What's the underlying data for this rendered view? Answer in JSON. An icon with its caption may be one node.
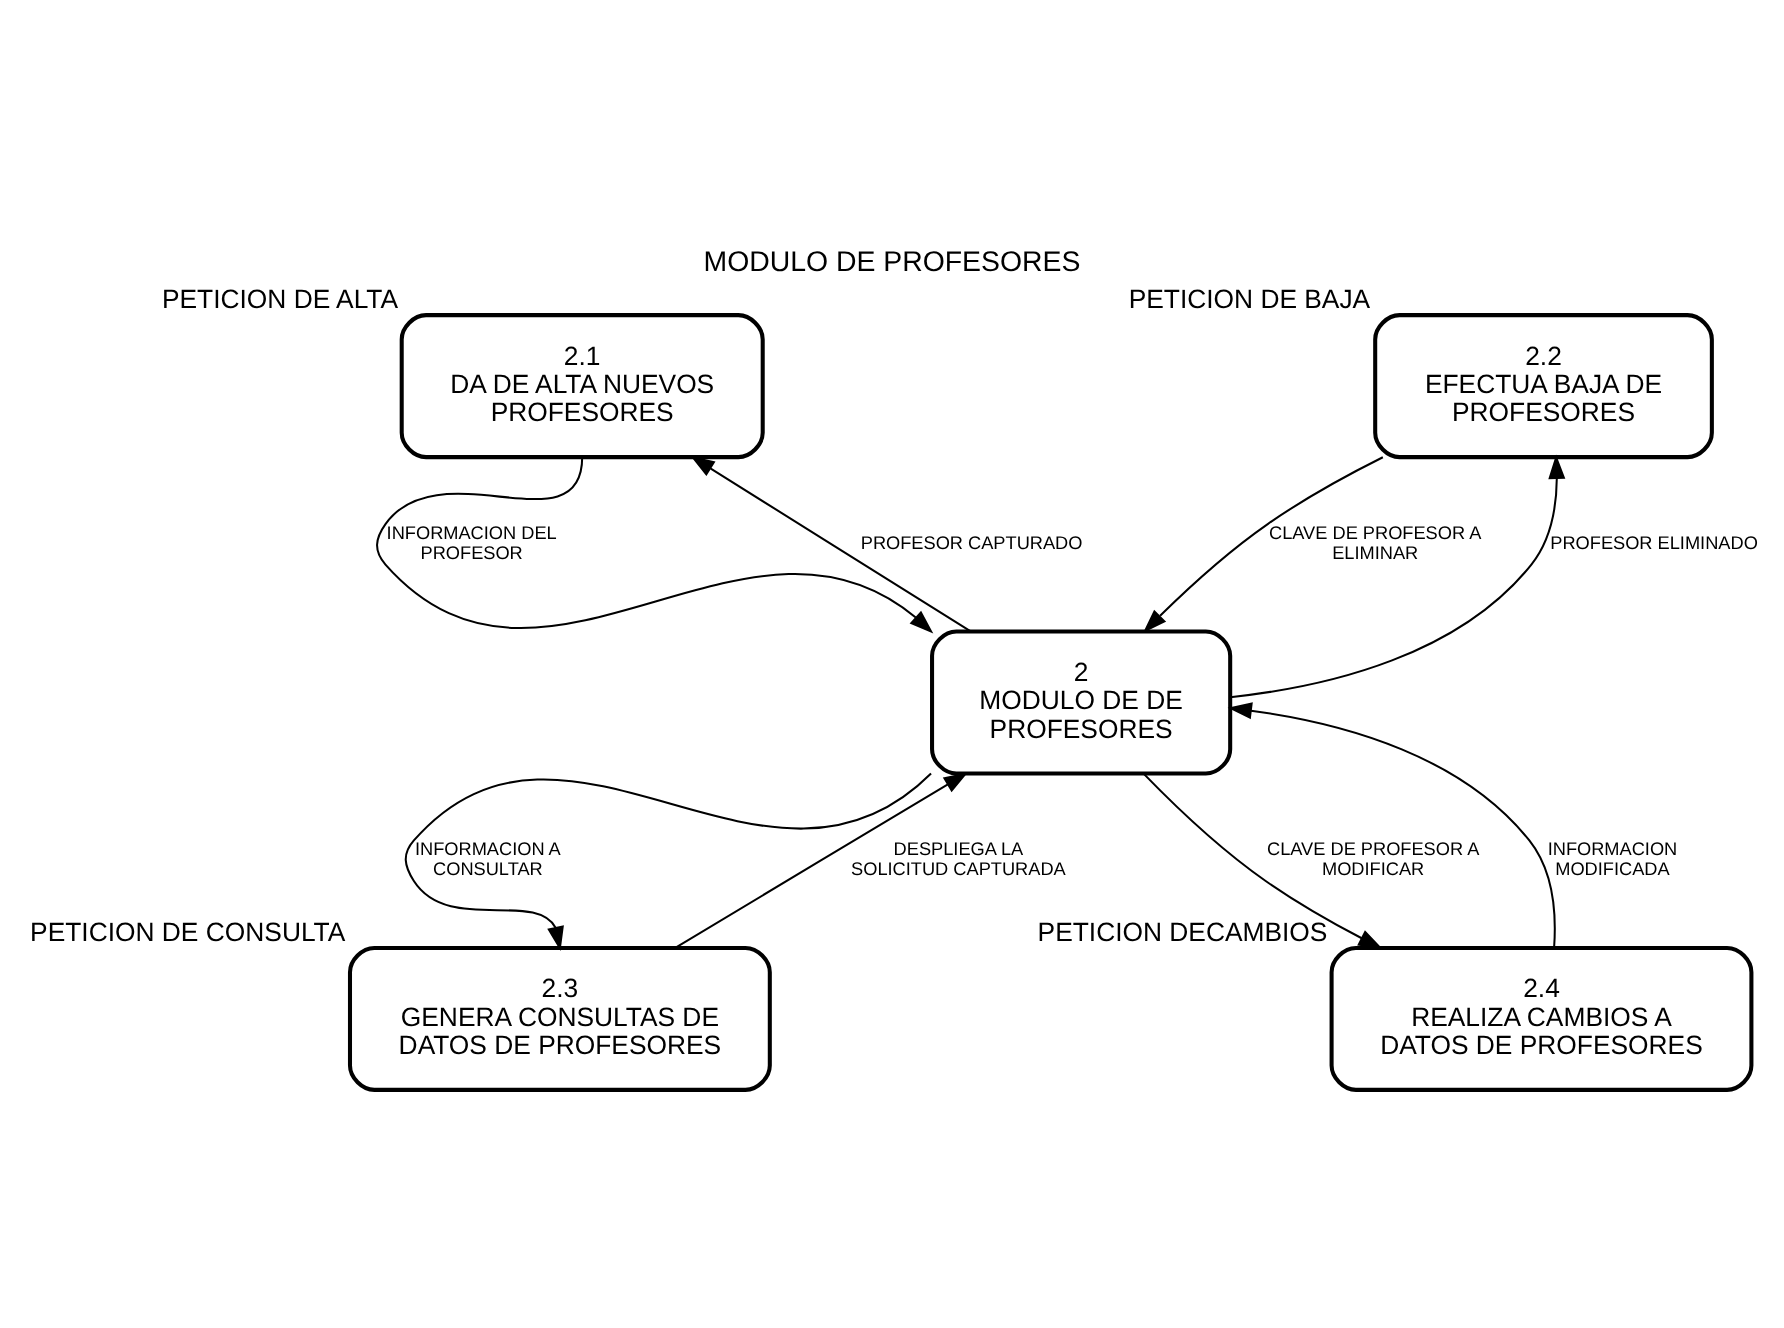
{
  "diagram": {
    "title": "MODULO DE PROFESORES",
    "nodes": [
      {
        "text": [
          "2.1",
          "DA DE ALTA NUEVOS PROFESORES"
        ],
        "beside": [
          "PETICION DE ALTA"
        ]
      },
      {
        "text": [
          "2.2",
          "EFECTUA BAJA DE PROFESORES"
        ],
        "beside": [
          "PETICION DE BAJA"
        ]
      },
      {
        "text": [
          "2",
          "MODULO DE DE PROFESORES"
        ]
      },
      {
        "text": [
          "2.3",
          "GENERA CONSULTAS DE DATOS DE PROFESORES"
        ],
        "beside": [
          "PETICION DE CONSULTA"
        ]
      },
      {
        "text": [
          "2.4",
          "REALIZA CAMBIOS A DATOS DE PROFESORES"
        ],
        "beside": [
          "PETICION DECAMBIOS"
        ]
      }
    ],
    "edges": [
      {
        "from": 0,
        "to": 2,
        "arrow": "to",
        "label": "INFORMACION DEL PROFESOR"
      },
      {
        "from": 2,
        "to": 0,
        "arrow": "to",
        "label": "PROFESOR CAPTURADO"
      },
      {
        "from": 1,
        "to": 2,
        "arrow": "to",
        "label": "CLAVE DE PROFESOR A ELIMINAR"
      },
      {
        "from": 2,
        "to": 1,
        "arrow": "to",
        "label": "PROFESOR ELIMINADO"
      },
      {
        "from": 2,
        "to": 3,
        "arrow": "to",
        "label": "INFORMACION A CONSULTAR"
      },
      {
        "from": 3,
        "to": 2,
        "arrow": "to",
        "label": "DESPLIEGA LA SOLICITUD CAPTURADA"
      },
      {
        "from": 2,
        "to": 4,
        "arrow": "to",
        "label": "CLAVE DE PROFESOR A MODIFICAR"
      },
      {
        "from": 4,
        "to": 2,
        "arrow": "to",
        "label": "INFORMACION MODIFICADA"
      }
    ]
  }
}
